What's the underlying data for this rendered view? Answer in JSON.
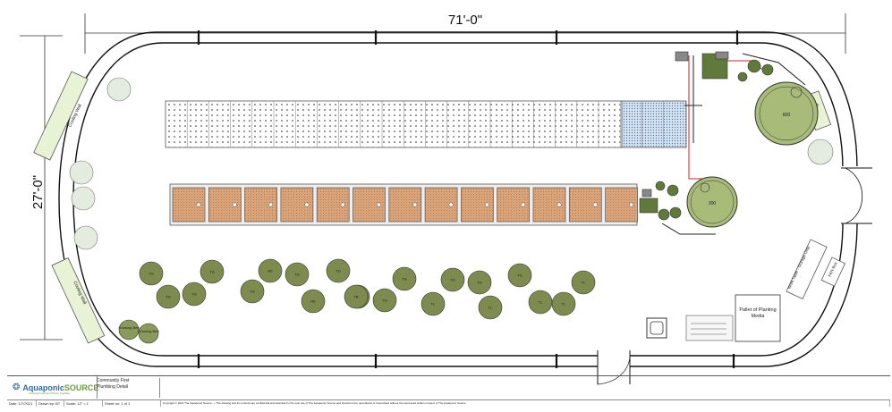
{
  "dimensions": {
    "width": "71'-0\"",
    "depth": "27'-0\""
  },
  "labels": {
    "cooling_wall_top": "Cooling Wall",
    "cooling_wall_bottom": "Cooling Wall",
    "fan_box_right": "Fan Box",
    "work_table": "Work Table - Storage Only",
    "fan_box_lower": "FAN Box",
    "pallet": "Pallet of Planting Media",
    "tank_large": "800",
    "tank_medium": "300",
    "growing_bed_1": "Growing Bed",
    "growing_bed_2": "Growing Bed"
  },
  "trees": [
    {
      "label": "TG"
    },
    {
      "label": "TG"
    },
    {
      "label": "TG"
    },
    {
      "label": "TG"
    },
    {
      "label": "TG"
    },
    {
      "label": "RE"
    },
    {
      "label": "TG"
    },
    {
      "label": "RE"
    },
    {
      "label": "TG"
    },
    {
      "label": "TG"
    },
    {
      "label": "TG"
    },
    {
      "label": "TG"
    },
    {
      "label": "TL"
    },
    {
      "label": "TG"
    },
    {
      "label": "TG"
    },
    {
      "label": "TL"
    },
    {
      "label": "TG"
    },
    {
      "label": "TL"
    },
    {
      "label": "TL"
    },
    {
      "label": "TL"
    },
    {
      "label": "TB"
    }
  ],
  "title_block": {
    "logo_brand": "Aquaponic",
    "logo_brand2": "SOURCE",
    "logo_tag": "Growing Food and Plants Together",
    "project_line1": "Community First",
    "project_line2": "Plumbing Detail",
    "date": "Date: 1/7/2021",
    "drawn_by": "Drawn by: BT",
    "scale": "Scale: 12\" = 1'",
    "sheet": "Sheet no: 1 of 1",
    "copyright": "Copyright © 2021 The Aquaponic Source — This drawing and its contents are confidential and intended for the sole use of The Aquaponic Source and should not be reproduced or transmitted without the expressed written consent of The Aquaponic Source"
  }
}
